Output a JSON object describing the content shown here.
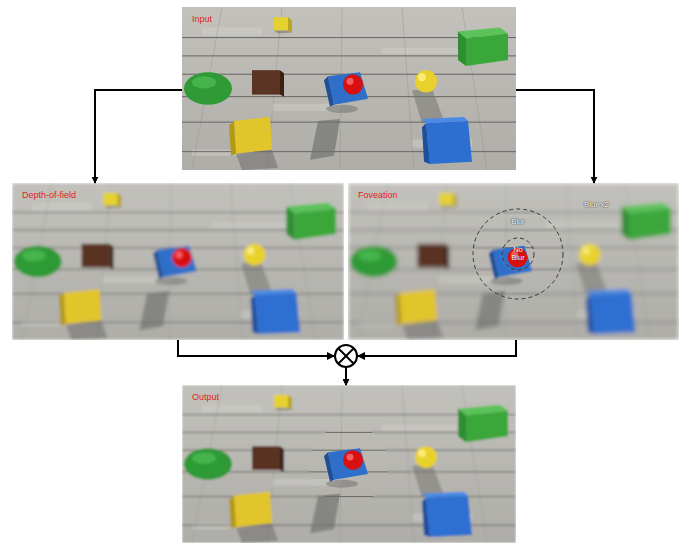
{
  "diagram": {
    "nodes": [
      {
        "text": [
          "Input"
        ]
      },
      {
        "text": [
          "Depth-of-field"
        ]
      },
      {
        "text": [
          "Foveation"
        ]
      },
      {
        "text": [
          "Blur"
        ],
        "in": 2
      },
      {
        "text": [
          "No Blur"
        ],
        "in": 3
      },
      {
        "text": [
          "Output"
        ]
      }
    ],
    "edges": [
      {
        "from": 0,
        "to": 1,
        "arrow": "to"
      },
      {
        "from": 0,
        "to": 2,
        "arrow": "to"
      },
      {
        "from": 1,
        "to": 5,
        "arrow": "to"
      },
      {
        "from": 2,
        "to": 5,
        "arrow": "to"
      }
    ],
    "labels": [
      "Blur x2"
    ]
  }
}
